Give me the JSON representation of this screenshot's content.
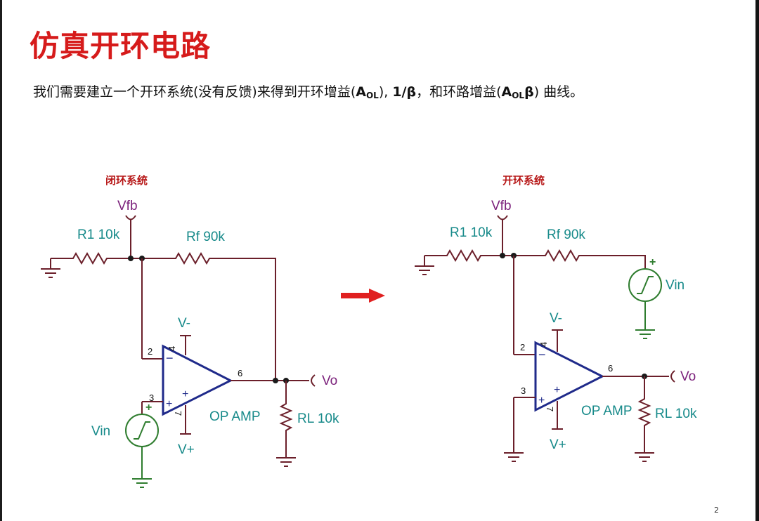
{
  "slide": {
    "title": "仿真开环电路",
    "subtitle": {
      "text_a": "我们需要建立一个开环系统(没有反馈)来得到开环增益(",
      "aol_a": "A",
      "aol_sub_a": "OL",
      "text_b": "), ",
      "inv_beta": "1/β",
      "text_c": "，和环路增益(",
      "aol_b": "A",
      "aol_sub_b": "OL",
      "beta": "β",
      "text_d": ") 曲线。"
    },
    "page_number": "2"
  },
  "closed_loop": {
    "caption": "闭环系统",
    "vfb": "Vfb",
    "r1": "R1 10k",
    "rf": "Rf 90k",
    "vminus": "V-",
    "vplus": "V+",
    "pin2": "2",
    "pin3": "3",
    "pin4": "4",
    "pin6": "6",
    "pin7": "7",
    "opamp": "OP AMP",
    "rl": "RL 10k",
    "vo": "Vo",
    "vin": "Vin",
    "minus_sign": "−",
    "plus_sign": "+"
  },
  "open_loop": {
    "caption": "开环系统",
    "vfb": "Vfb",
    "r1": "R1 10k",
    "rf": "Rf 90k",
    "vminus": "V-",
    "vplus": "V+",
    "pin2": "2",
    "pin3": "3",
    "pin4": "4",
    "pin6": "6",
    "pin7": "7",
    "opamp": "OP AMP",
    "rl": "RL 10k",
    "vo": "Vo",
    "vin": "Vin",
    "minus_sign": "−",
    "plus_sign": "+"
  },
  "colors": {
    "title": "#d61b1b",
    "caption": "#b71818",
    "label": "#178a8a",
    "signal": "#7a1f7a",
    "wire": "#6b1f2a",
    "source": "#2f7d2f",
    "opamp": "#1f2a8a",
    "arrow": "#e02020"
  },
  "icons": {
    "arrow": "right-arrow-icon",
    "ground": "ground-icon",
    "source": "step-source-icon"
  }
}
